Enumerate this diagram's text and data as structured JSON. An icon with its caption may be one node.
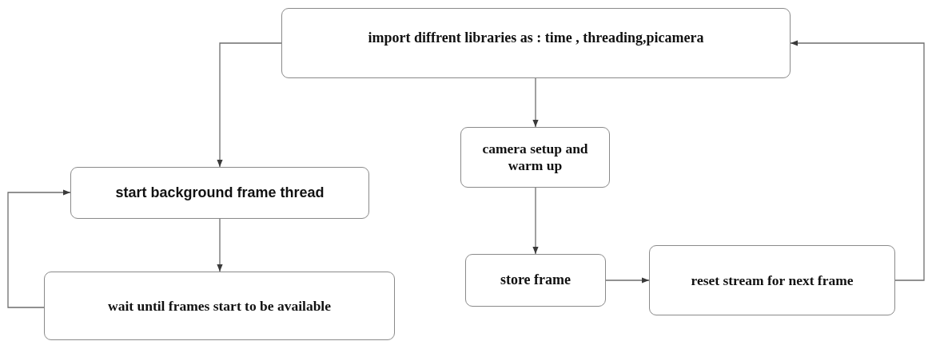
{
  "diagram": {
    "nodes": [
      {
        "text": [
          "import diffrent libraries as : time , threading,picamera"
        ]
      },
      {
        "text": [
          "start background frame thread"
        ]
      },
      {
        "text": [
          "wait until frames start to be available"
        ]
      },
      {
        "text": [
          "camera setup and warm up"
        ]
      },
      {
        "text": [
          "store frame"
        ]
      },
      {
        "text": [
          "reset stream for next frame"
        ]
      }
    ],
    "edges": [
      {
        "from": 0,
        "to": 1,
        "arrow": "to"
      },
      {
        "from": 0,
        "to": 3,
        "arrow": "to"
      },
      {
        "from": 1,
        "to": 2,
        "arrow": "to"
      },
      {
        "from": 2,
        "to": 1,
        "arrow": "to"
      },
      {
        "from": 3,
        "to": 4,
        "arrow": "to"
      },
      {
        "from": 4,
        "to": 5,
        "arrow": "to"
      },
      {
        "from": 5,
        "to": 0,
        "arrow": "to"
      }
    ]
  }
}
